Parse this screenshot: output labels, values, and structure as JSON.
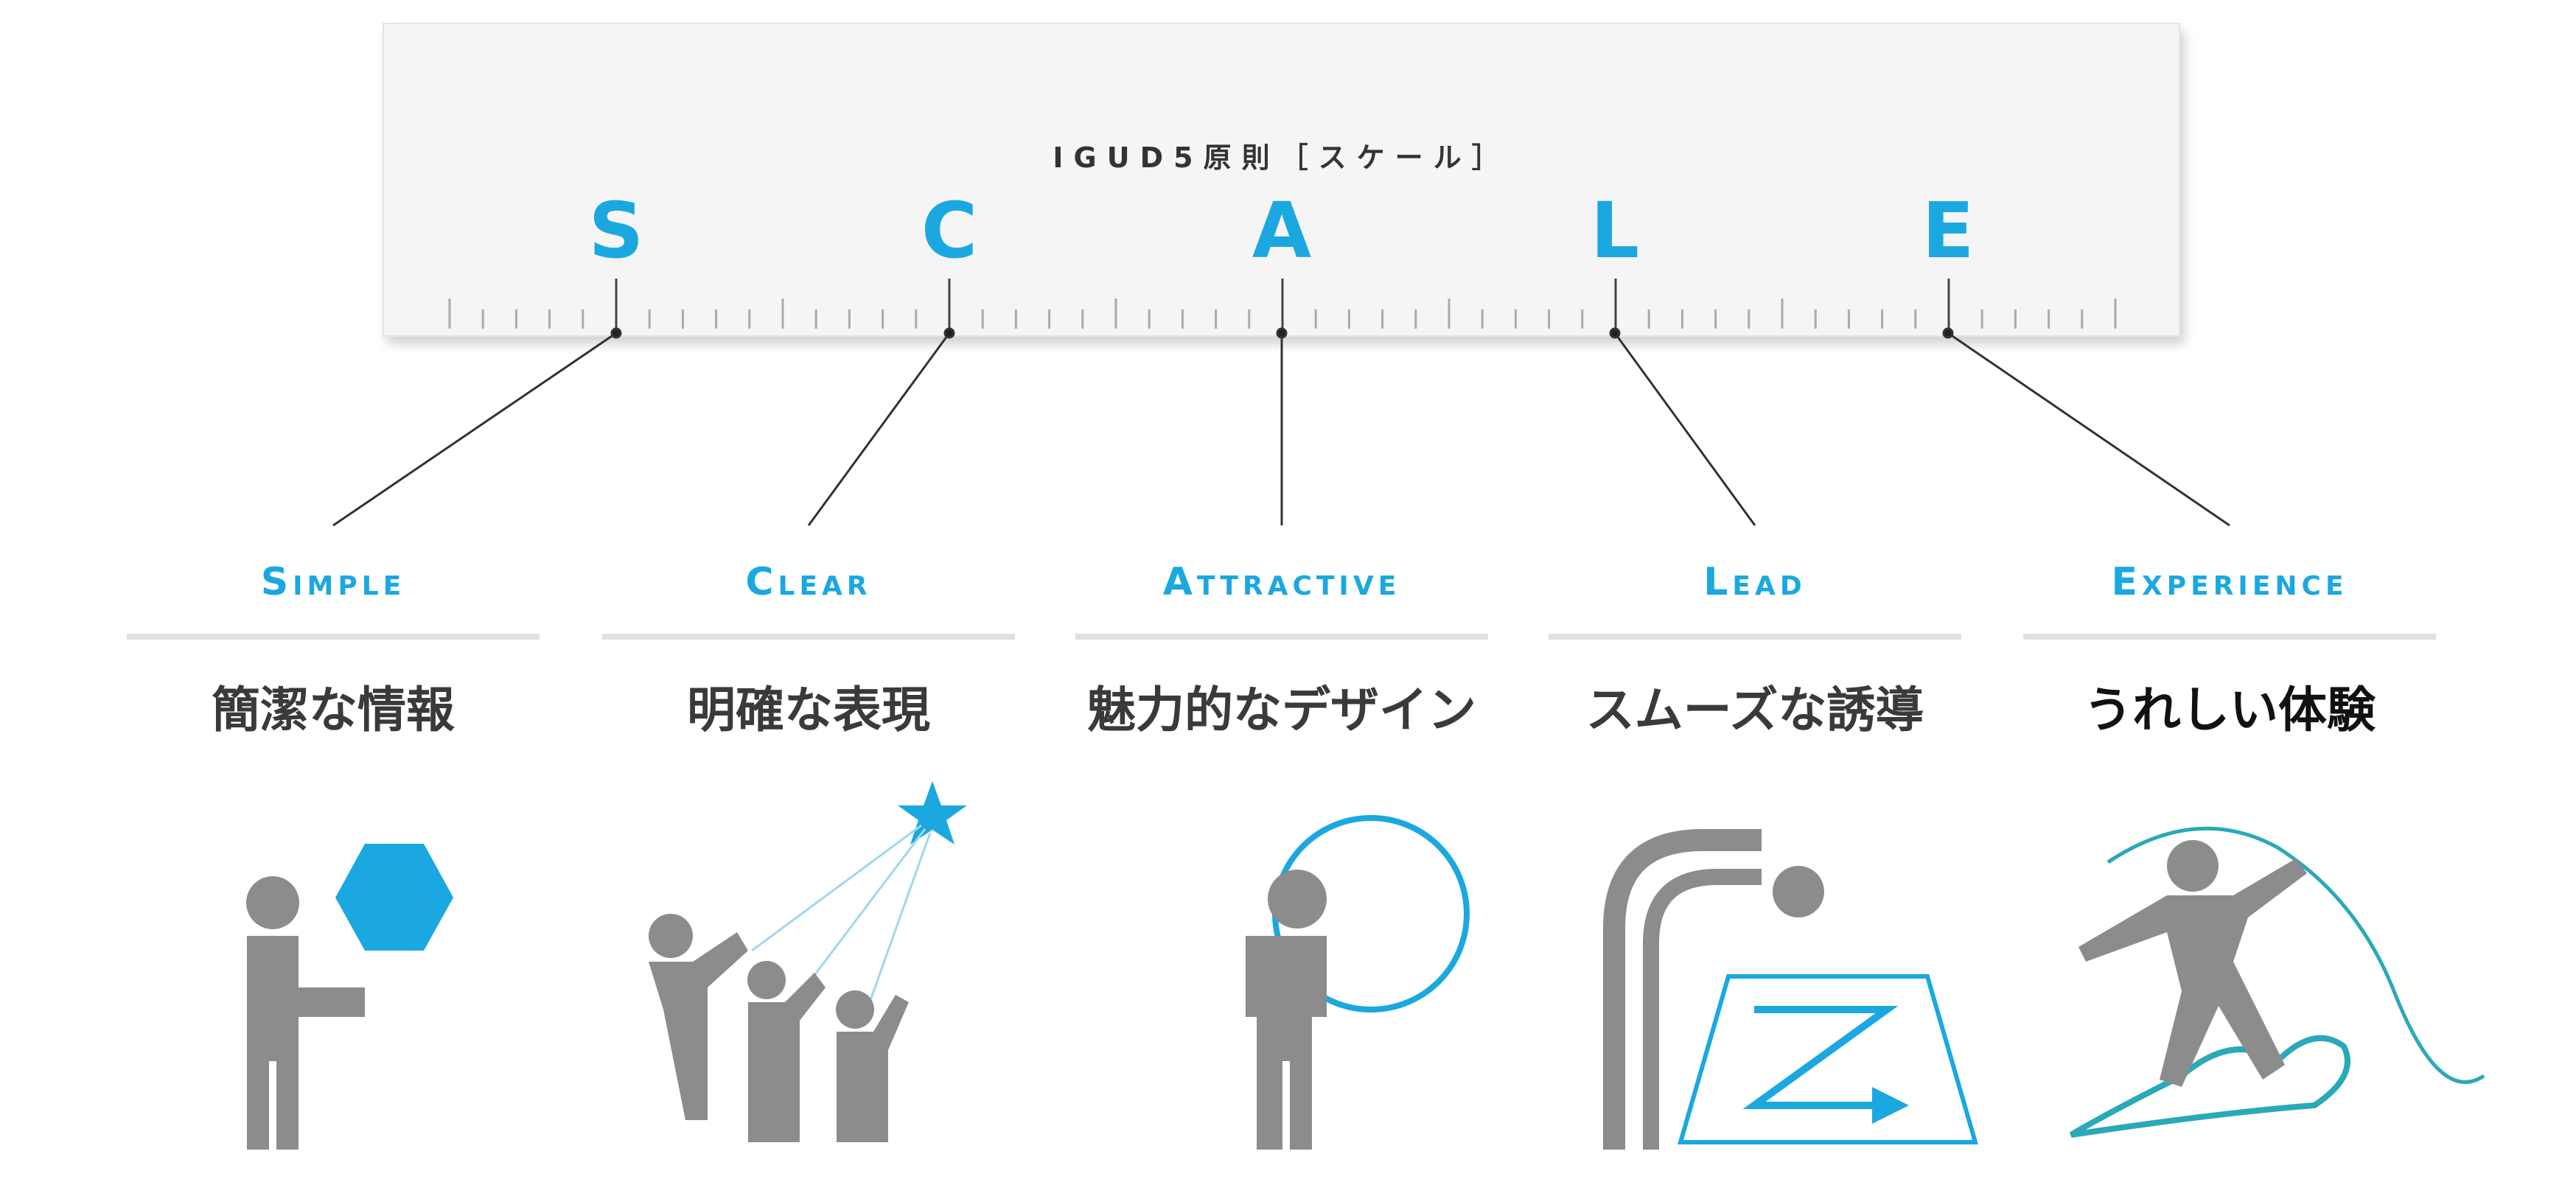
{
  "title": "IGUD5原則［スケール］",
  "letters": [
    "S",
    "C",
    "A",
    "L",
    "E"
  ],
  "principles": [
    {
      "en": "Simple",
      "jp": "簡潔な情報",
      "icon": "person-holding-hexagon-icon"
    },
    {
      "en": "Clear",
      "jp": "明確な表現",
      "icon": "people-pointing-at-star-icon"
    },
    {
      "en": "Attractive",
      "jp": "魅力的なデザイン",
      "icon": "person-with-circle-icon"
    },
    {
      "en": "Lead",
      "jp": "スムーズな誘導",
      "icon": "person-guiding-z-arrow-icon"
    },
    {
      "en": "Experience",
      "jp": "うれしい体験",
      "icon": "person-surfing-icon"
    }
  ],
  "colors": {
    "accent": "#1ba8e0",
    "figure": "#8c8c8c",
    "wave": "#2aa9b8"
  }
}
